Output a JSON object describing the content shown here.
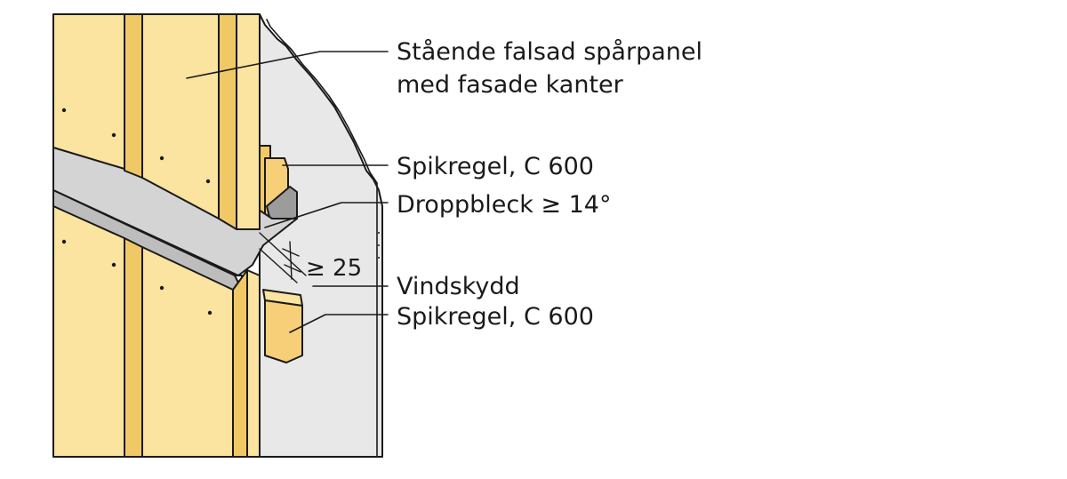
{
  "labels": {
    "panel_line1": "Stående falsad spårpanel",
    "panel_line2": "med fasade kanter",
    "batten_upper": "Spikregel, C 600",
    "flashing": "Droppbleck ≥ 14°",
    "windbarrier": "Vindskydd",
    "batten_lower": "Spikregel, C 600"
  },
  "dimension": "≥ 25",
  "colors": {
    "wood": "#fbe3a0",
    "wood_shade": "#f0c866",
    "wood_end": "#f6cf78",
    "metal": "#d4d4d4",
    "metal_dark": "#9c9c9c",
    "windbarrier": "#e8e8e8",
    "ink": "#1a1a1a"
  }
}
